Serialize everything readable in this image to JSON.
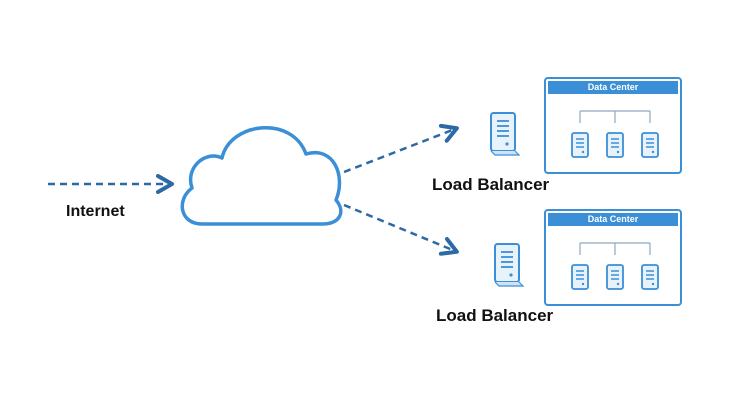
{
  "diagram": {
    "internet_label": "Internet",
    "load_balancers": [
      {
        "label": "Load Balancer"
      },
      {
        "label": "Load Balancer"
      }
    ],
    "data_centers": [
      {
        "title": "Data Center",
        "server_count": 3
      },
      {
        "title": "Data Center",
        "server_count": 3
      }
    ]
  },
  "colors": {
    "accent": "#3a8fd6",
    "arrow": "#2c6aa6",
    "server_fill": "#e7f2fb",
    "server_stroke": "#3a8fd6",
    "text": "#111111"
  },
  "icons": [
    "cloud-icon",
    "server-icon"
  ]
}
